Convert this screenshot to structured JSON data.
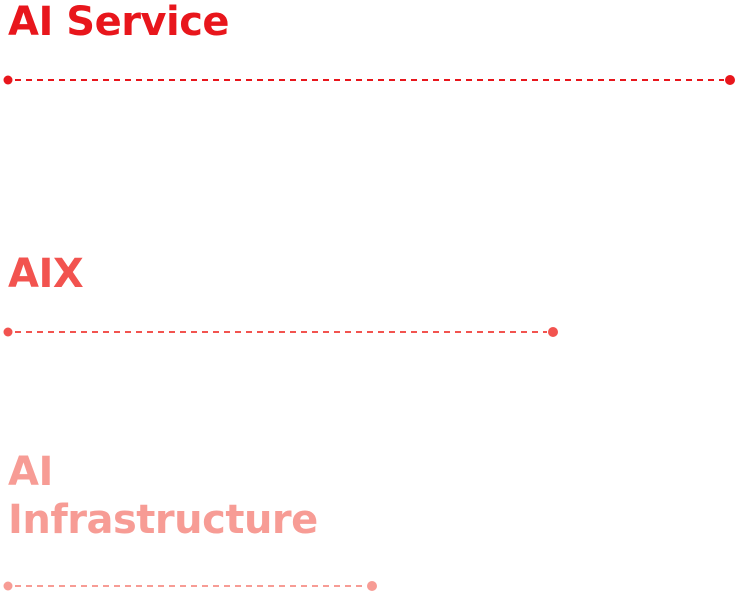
{
  "tiers": [
    {
      "title": "AI Service",
      "color": "#e8161c"
    },
    {
      "title": "AIX",
      "color": "#f2534f"
    },
    {
      "title_lines": [
        "AI",
        "Infrastructure"
      ],
      "color": "#f79c95"
    }
  ]
}
